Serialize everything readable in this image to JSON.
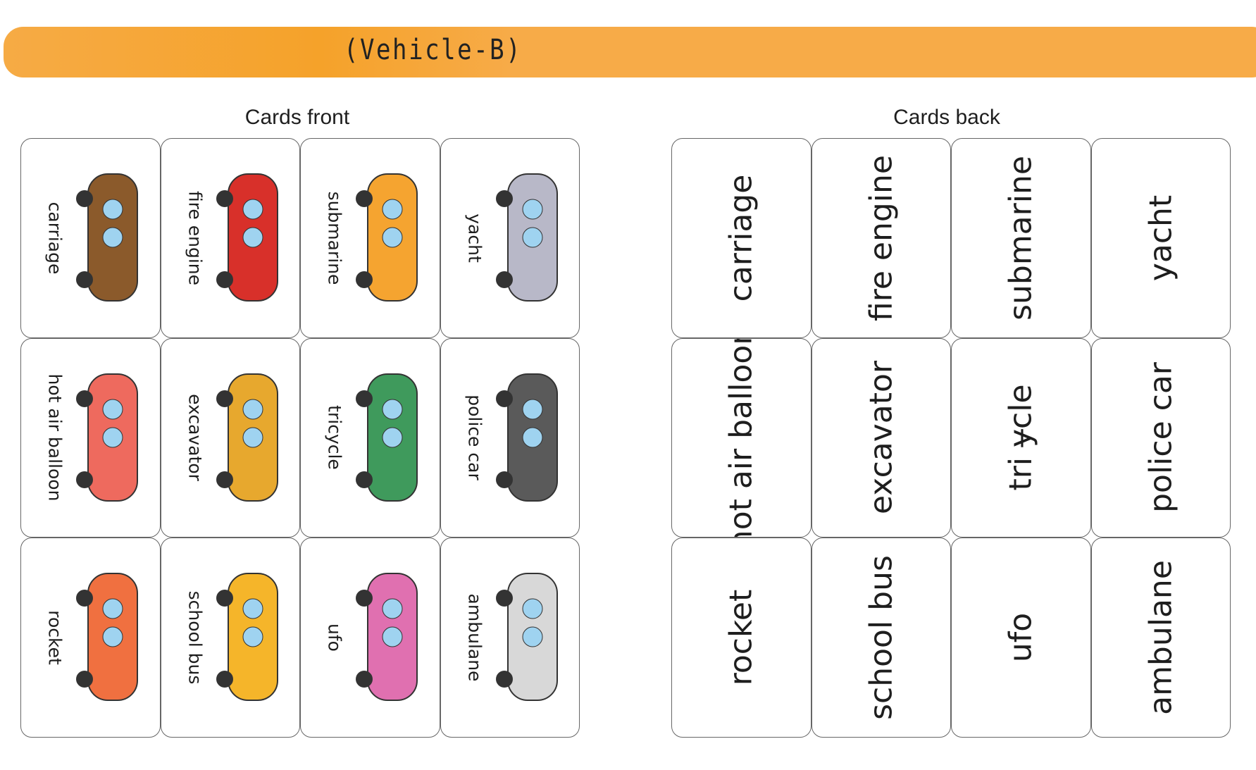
{
  "banner": {
    "title": "(Vehicle-B)",
    "color": "#f7ab48"
  },
  "front": {
    "title": "Cards front",
    "cards": [
      {
        "label": "carriage",
        "icon": "carriage-icon",
        "color": "#8b5a2b"
      },
      {
        "label": "fire engine",
        "icon": "fire-engine-icon",
        "color": "#d8302a"
      },
      {
        "label": "submarine",
        "icon": "submarine-icon",
        "color": "#f5a430"
      },
      {
        "label": "yacht",
        "icon": "yacht-icon",
        "color": "#b8b8c8"
      },
      {
        "label": "hot air balloon",
        "icon": "hot-air-balloon-icon",
        "color": "#ee6a5e"
      },
      {
        "label": "excavator",
        "icon": "excavator-icon",
        "color": "#e7a82e"
      },
      {
        "label": "tricycle",
        "icon": "tricycle-icon",
        "color": "#3f9a5c"
      },
      {
        "label": "police car",
        "icon": "police-car-icon",
        "color": "#5a5a5a"
      },
      {
        "label": "rocket",
        "icon": "rocket-icon",
        "color": "#f07040"
      },
      {
        "label": "school bus",
        "icon": "school-bus-icon",
        "color": "#f5b52a"
      },
      {
        "label": "ufo",
        "icon": "ufo-icon",
        "color": "#e070b0"
      },
      {
        "label": "ambulane",
        "icon": "ambulance-icon",
        "color": "#d8d8d8"
      }
    ]
  },
  "back": {
    "title": "Cards back",
    "cards": [
      {
        "label": "carriage"
      },
      {
        "label": "fire engine"
      },
      {
        "label": "submarine"
      },
      {
        "label": "yacht"
      },
      {
        "label": "hot air balloon"
      },
      {
        "label": "excavator"
      },
      {
        "label": "tri ɏcle"
      },
      {
        "label": "police car"
      },
      {
        "label": "rocket"
      },
      {
        "label": "school bus"
      },
      {
        "label": "ufo"
      },
      {
        "label": "ambulane"
      }
    ]
  }
}
